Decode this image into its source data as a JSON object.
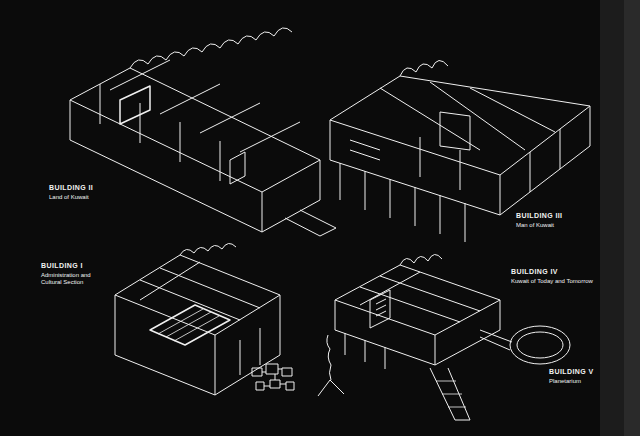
{
  "diagram": {
    "labels": [
      "BUILDING II",
      "Land of Kuwait",
      "BUILDING III",
      "Man of Kuwait",
      "BUILDING I",
      "Administration and Cultural Section",
      "BUILDING IV",
      "Kuwait of Today and Tomorrow",
      "BUILDING V",
      "Planetarium"
    ]
  }
}
